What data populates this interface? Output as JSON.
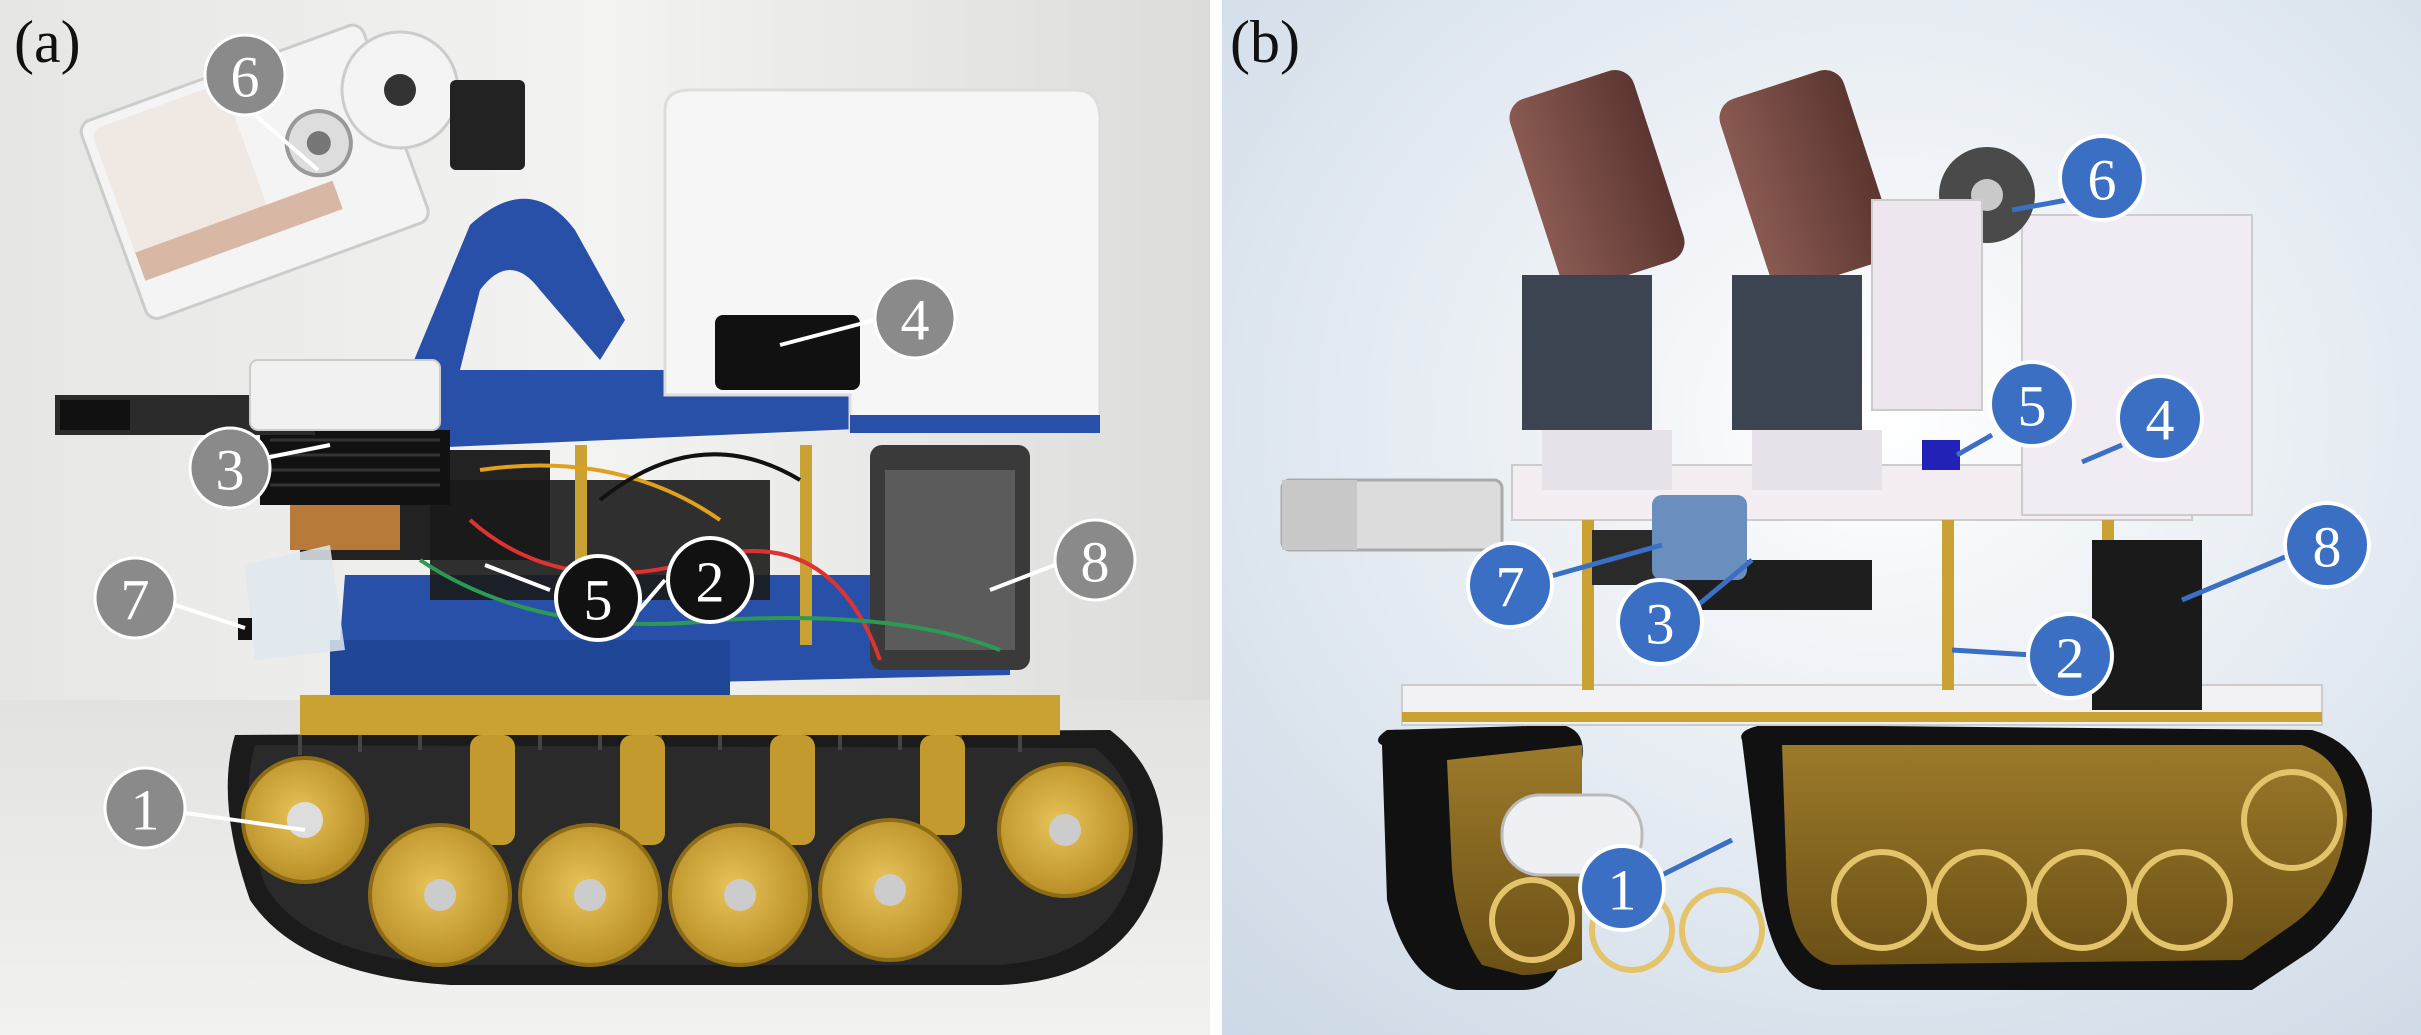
{
  "panel_a": {
    "label": "(a)",
    "callouts": [
      {
        "number": "1",
        "style": "grey"
      },
      {
        "number": "2",
        "style": "black"
      },
      {
        "number": "3",
        "style": "grey"
      },
      {
        "number": "4",
        "style": "grey"
      },
      {
        "number": "5",
        "style": "black"
      },
      {
        "number": "6",
        "style": "grey"
      },
      {
        "number": "7",
        "style": "grey"
      },
      {
        "number": "8",
        "style": "grey"
      }
    ]
  },
  "panel_b": {
    "label": "(b)",
    "callouts": [
      {
        "number": "1"
      },
      {
        "number": "2"
      },
      {
        "number": "3"
      },
      {
        "number": "4"
      },
      {
        "number": "5"
      },
      {
        "number": "6"
      },
      {
        "number": "7"
      },
      {
        "number": "8"
      }
    ]
  },
  "colors": {
    "grey_callout": "#8a8a8a",
    "black_callout": "#111111",
    "blue_callout": "#3a6fc4",
    "robot_blue": "#2850a8",
    "brass": "#c9a233",
    "track": "#1c1c1c"
  }
}
